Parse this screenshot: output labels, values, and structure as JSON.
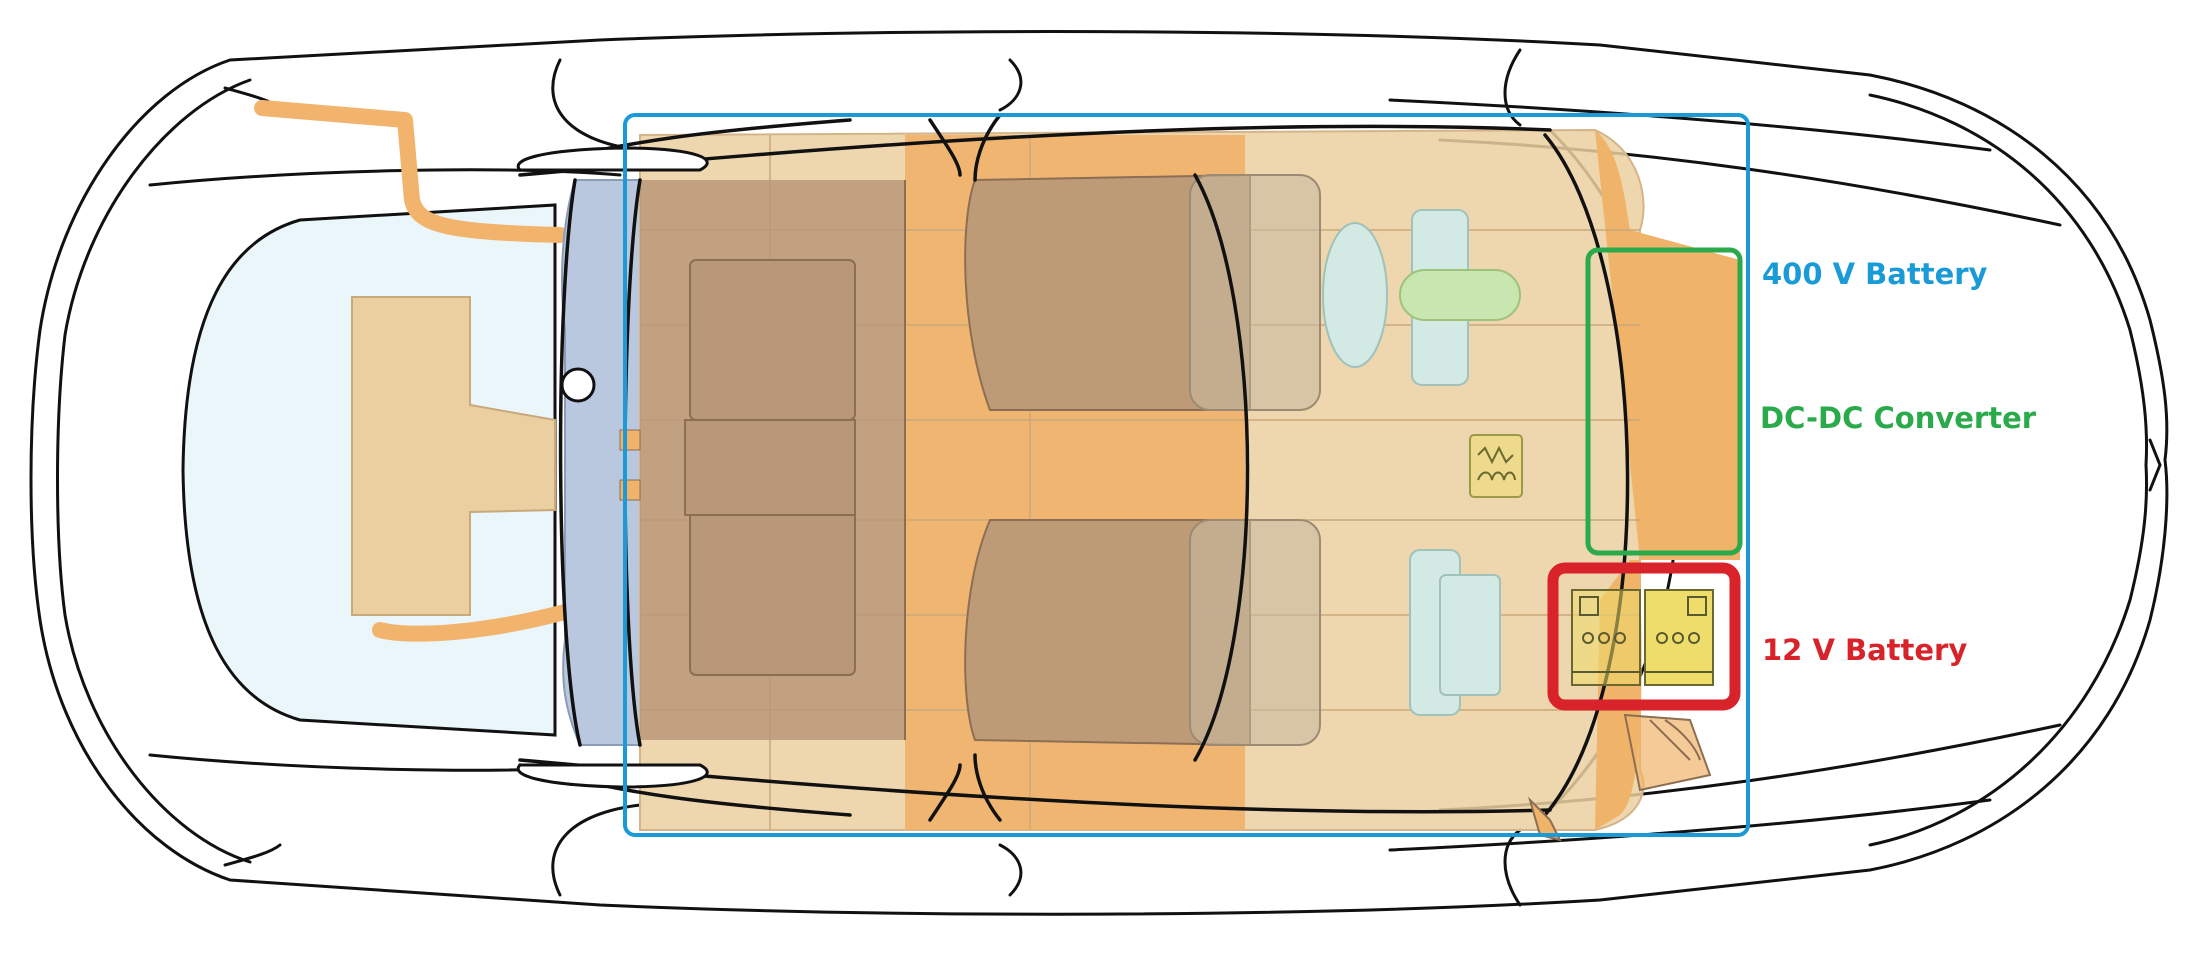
{
  "callouts": {
    "battery_400v": {
      "label": "400 V Battery",
      "color": "#1a9ad6"
    },
    "dc_dc_converter": {
      "label": "DC-DC Converter",
      "color": "#2aaa4a"
    },
    "battery_12v": {
      "label": "12 V Battery",
      "color": "#d8232a"
    }
  },
  "palette": {
    "outline": "#111111",
    "battery_fill": "#f0b36a",
    "pack_fill": "#ebcfa0",
    "seat_fill": "#b89878",
    "glass_fill": "#eaf6fa",
    "front_blue": "#b9c8de",
    "teal_part": "#d3e9e4",
    "green_part": "#c8e6b0",
    "yellow_part": "#eedd6a",
    "cable": "#f2b36c"
  }
}
